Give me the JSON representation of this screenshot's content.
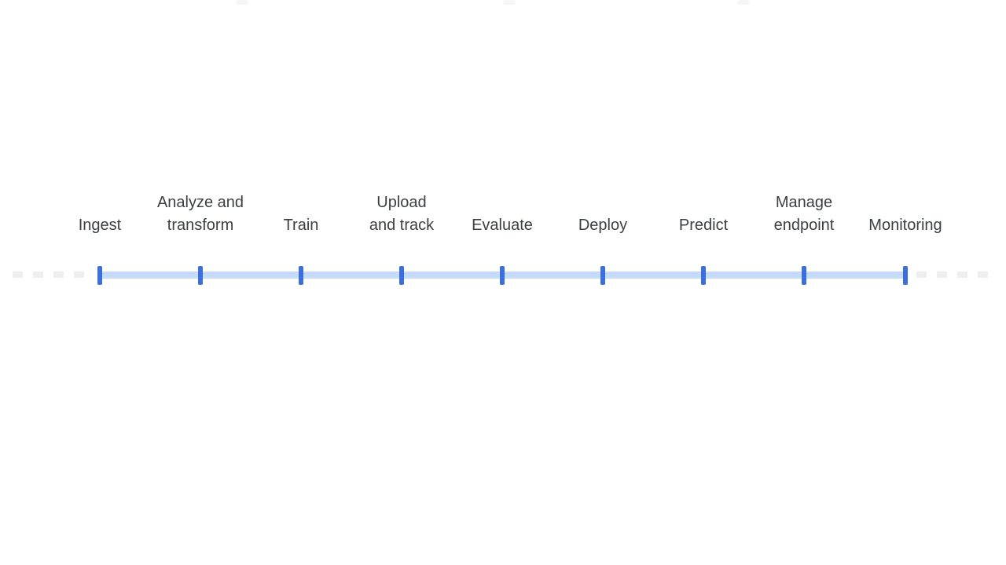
{
  "timeline": {
    "accent_color": "#3b6fd9",
    "track_color": "#c6dafc",
    "stages": [
      {
        "label": "Ingest"
      },
      {
        "label": "Analyze and\ntransform"
      },
      {
        "label": "Train"
      },
      {
        "label": "Upload\nand track"
      },
      {
        "label": "Evaluate"
      },
      {
        "label": "Deploy"
      },
      {
        "label": "Predict"
      },
      {
        "label": "Manage\nendpoint"
      },
      {
        "label": "Monitoring"
      }
    ]
  }
}
